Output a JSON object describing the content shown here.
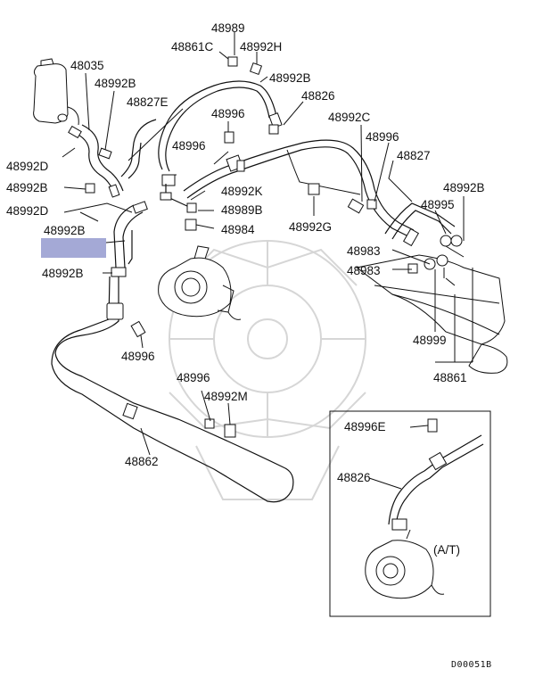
{
  "labels": {
    "l_48989": "48989",
    "l_48861C": "48861C",
    "l_48992H": "48992H",
    "l_48035": "48035",
    "l_48992B_top": "48992B",
    "l_48992B_res": "48992B",
    "l_48827E": "48827E",
    "l_48826": "48826",
    "l_48996_a": "48996",
    "l_48992C": "48992C",
    "l_48996_b": "48996",
    "l_48996_c": "48996",
    "l_48827": "48827",
    "l_48992D_a": "48992D",
    "l_48992B_r": "48992B",
    "l_48992K": "48992K",
    "l_48992B_l1": "48992B",
    "l_48995": "48995",
    "l_48989B": "48989B",
    "l_48992D_b": "48992D",
    "l_48984": "48984",
    "l_48992G": "48992G",
    "l_48992B_hl": "48992B",
    "l_48983_a": "48983",
    "l_48983_b": "48983",
    "l_48992B_l2": "48992B",
    "l_48999": "48999",
    "l_48996_d": "48996",
    "l_48861": "48861",
    "l_48996_e": "48996",
    "l_48992M": "48992M",
    "l_48996E": "48996E",
    "l_48862": "48862",
    "l_48826_inset": "48826",
    "l_AT": "(A/T)",
    "l_code": "D00051B"
  },
  "colors": {
    "highlight": "#a4a9d6",
    "ink": "#111111",
    "watermark": "#d6d6d6"
  }
}
